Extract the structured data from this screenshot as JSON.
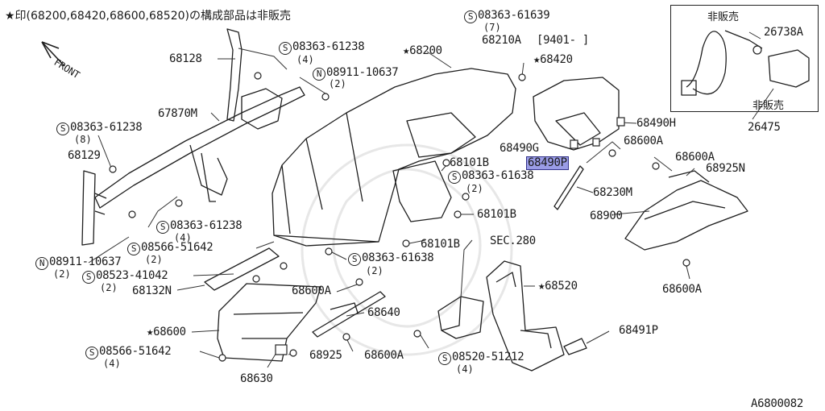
{
  "header_note": "★印(68200,68420,68600,68520)の構成部品は非販売",
  "front_label": "FRONT",
  "diagram_id": "A6800082",
  "inset": {
    "not_sold_top": "非販売",
    "not_sold_bottom": "非販売",
    "part_26738A": "26738A",
    "part_26475": "26475"
  },
  "labels": {
    "p68128": "68128",
    "s08363_61238_top": "08363-61238",
    "s08363_61238_top_qty": "(4)",
    "star68200": "★68200",
    "s08363_61639": "08363-61639",
    "s08363_61639_qty": "(7)",
    "p68210A": "68210A",
    "p68210A_date": "[9401-    ]",
    "star68420": "★68420",
    "n08911_10637_top": "08911-10637",
    "n08911_10637_top_qty": "(2)",
    "p67870M": "67870M",
    "s08363_61238_left": "08363-61238",
    "s08363_61238_left_qty": "(8)",
    "p68129": "68129",
    "p68490H": "68490H",
    "p68490G": "68490G",
    "p68600A_r1": "68600A",
    "p68490P": "68490P",
    "p68600A_r2": "68600A",
    "p68925N": "68925N",
    "p68101B_1": "68101B",
    "s08363_61638_mid": "08363-61638",
    "s08363_61638_mid_qty": "(2)",
    "p68230M": "68230M",
    "p68101B_2": "68101B",
    "p68900": "68900",
    "s08363_61238_low": "08363-61238",
    "s08363_61238_low_qty": "(4)",
    "p68101B_3": "68101B",
    "sec280": "SEC.280",
    "s08566_51642_top": "08566-51642",
    "s08566_51642_top_qty": "(2)",
    "n08911_10637_low": "08911-10637",
    "n08911_10637_low_qty": "(2)",
    "s08363_61638_low": "08363-61638",
    "s08363_61638_low_qty": "(2)",
    "s08523_41042": "08523-41042",
    "s08523_41042_qty": "(2)",
    "p68132N": "68132N",
    "p68600A_mid": "68600A",
    "star68520": "★68520",
    "p68600A_br": "68600A",
    "p68640": "68640",
    "star68600": "★68600",
    "p68491P": "68491P",
    "s08566_51642_low": "08566-51642",
    "s08566_51642_low_qty": "(4)",
    "p68925": "68925",
    "p68600A_bot": "68600A",
    "s08520_51212": "08520-51212",
    "s08520_51212_qty": "(4)",
    "p68630": "68630"
  },
  "highlight_color": "#9a9ce6"
}
